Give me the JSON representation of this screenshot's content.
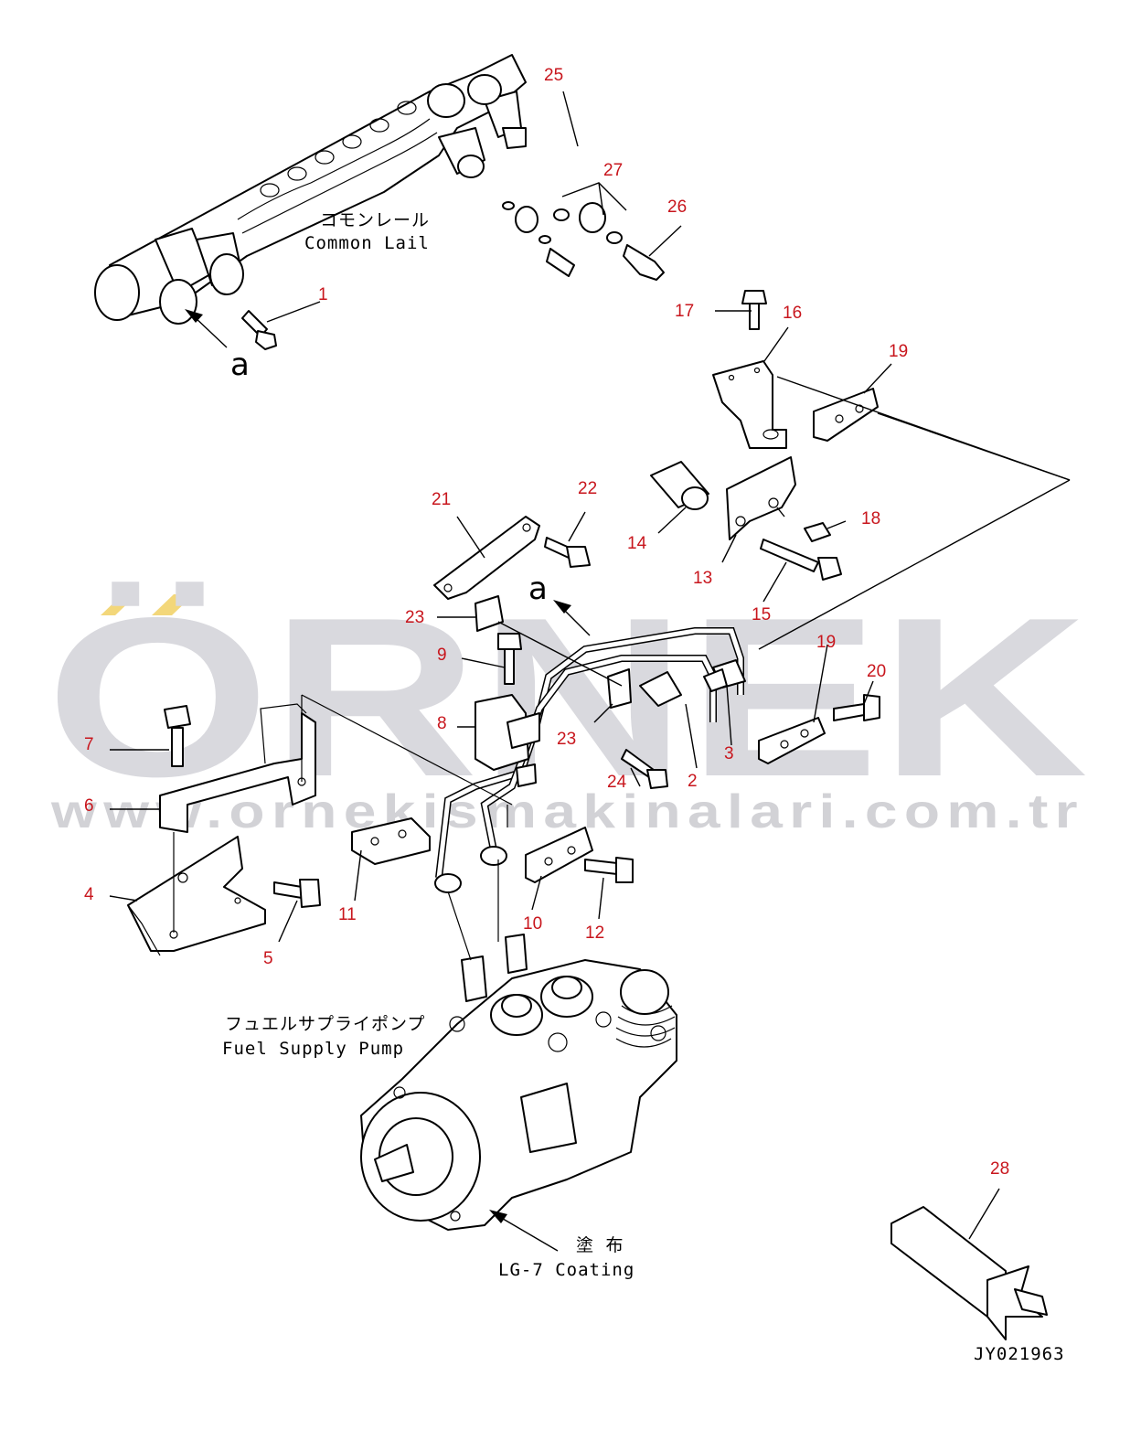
{
  "watermark": {
    "brand": "ÖRNEK",
    "url": "www.ornekismakinalari.com.tr",
    "accent_color": "#f3d77a",
    "gray_color": "#d9d9de"
  },
  "drawing": {
    "number": "JY021963",
    "view_marker": "a"
  },
  "captions": {
    "common_rail_jp": "コモンレール",
    "common_rail_en": "Common Lail",
    "supply_pump_jp": "フュエルサプライポンプ",
    "supply_pump_en": "Fuel Supply Pump",
    "coating_jp": "塗 布",
    "coating_en": "LG-7 Coating"
  },
  "callouts": [
    "1",
    "2",
    "3",
    "4",
    "5",
    "6",
    "7",
    "8",
    "9",
    "10",
    "11",
    "12",
    "13",
    "14",
    "15",
    "16",
    "17",
    "18",
    "19",
    "19",
    "20",
    "21",
    "22",
    "23",
    "23",
    "24",
    "25",
    "26",
    "27",
    "28"
  ],
  "colors": {
    "callout": "#c8161d",
    "line": "#000000"
  }
}
